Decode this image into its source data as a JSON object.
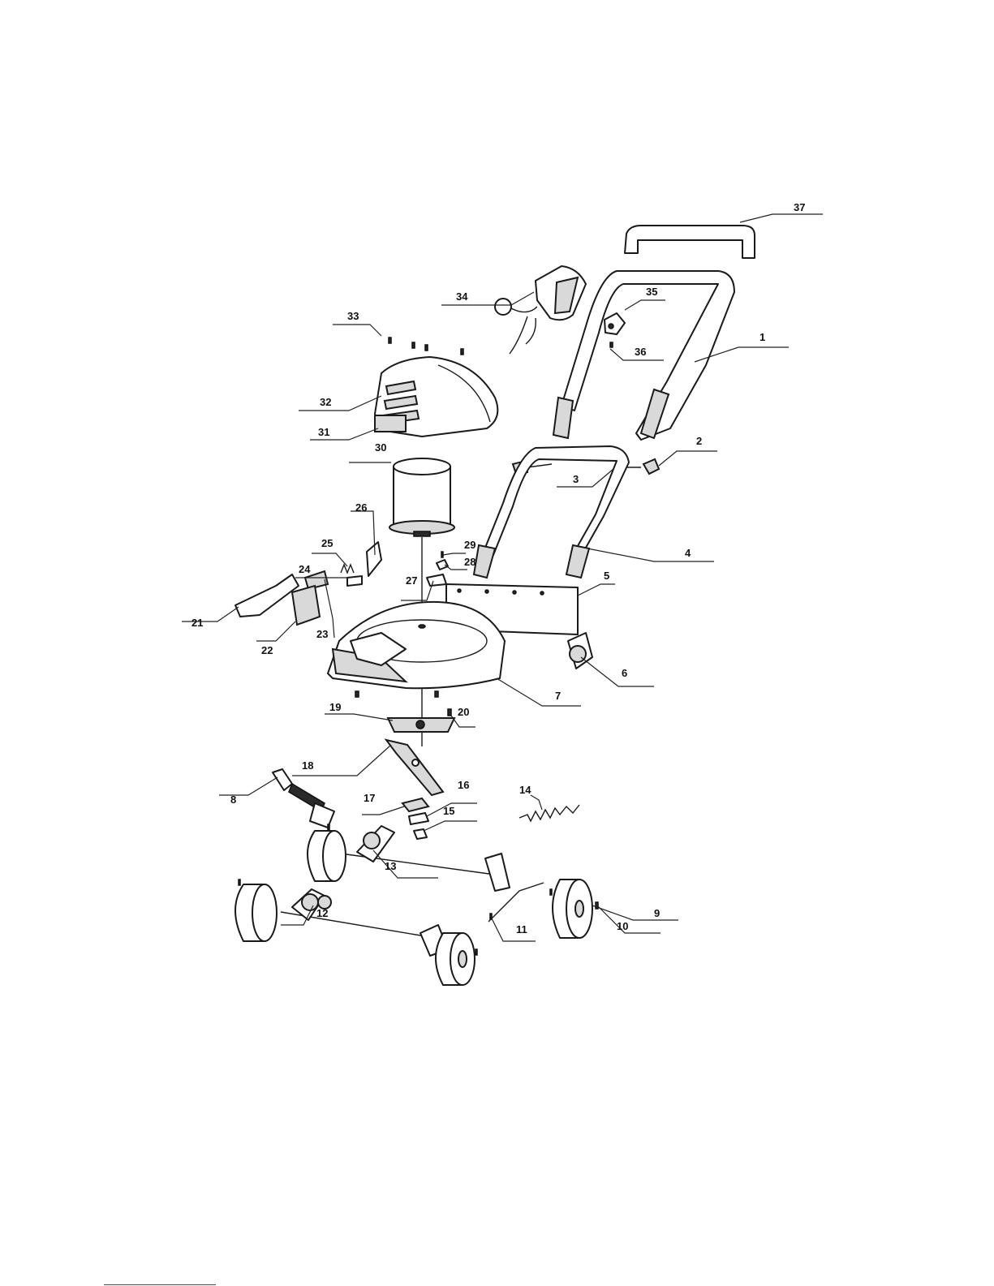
{
  "callouts": [
    {
      "id": "37",
      "label": "37"
    },
    {
      "id": "34",
      "label": "34"
    },
    {
      "id": "35",
      "label": "35"
    },
    {
      "id": "33",
      "label": "33"
    },
    {
      "id": "1",
      "label": "1"
    },
    {
      "id": "36",
      "label": "36"
    },
    {
      "id": "32",
      "label": "32"
    },
    {
      "id": "31",
      "label": "31"
    },
    {
      "id": "30",
      "label": "30"
    },
    {
      "id": "2",
      "label": "2"
    },
    {
      "id": "3",
      "label": "3"
    },
    {
      "id": "26",
      "label": "26"
    },
    {
      "id": "25",
      "label": "25"
    },
    {
      "id": "29",
      "label": "29"
    },
    {
      "id": "28",
      "label": "28"
    },
    {
      "id": "4",
      "label": "4"
    },
    {
      "id": "24",
      "label": "24"
    },
    {
      "id": "27",
      "label": "27"
    },
    {
      "id": "5",
      "label": "5"
    },
    {
      "id": "21",
      "label": "21"
    },
    {
      "id": "23",
      "label": "23"
    },
    {
      "id": "22",
      "label": "22"
    },
    {
      "id": "6",
      "label": "6"
    },
    {
      "id": "7",
      "label": "7"
    },
    {
      "id": "19",
      "label": "19"
    },
    {
      "id": "20",
      "label": "20"
    },
    {
      "id": "18",
      "label": "18"
    },
    {
      "id": "16",
      "label": "16"
    },
    {
      "id": "17",
      "label": "17"
    },
    {
      "id": "14",
      "label": "14"
    },
    {
      "id": "8",
      "label": "8"
    },
    {
      "id": "15",
      "label": "15"
    },
    {
      "id": "13",
      "label": "13"
    },
    {
      "id": "12",
      "label": "12"
    },
    {
      "id": "9",
      "label": "9"
    },
    {
      "id": "10",
      "label": "10"
    },
    {
      "id": "11",
      "label": "11"
    }
  ],
  "colors": {
    "line": "#1a1a1a",
    "footer_rule": "#2b3fd6"
  }
}
